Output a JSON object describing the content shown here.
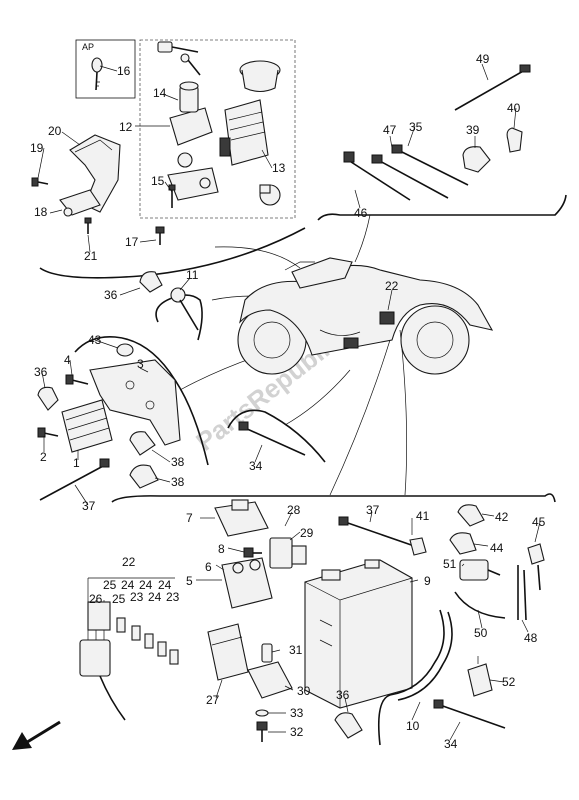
{
  "diagram": {
    "watermark": "PartsRepublik",
    "ap_label": "AP",
    "callouts": [
      {
        "id": "c16",
        "text": "16"
      },
      {
        "id": "c14",
        "text": "14"
      },
      {
        "id": "c12",
        "text": "12"
      },
      {
        "id": "c13",
        "text": "13"
      },
      {
        "id": "c15",
        "text": "15"
      },
      {
        "id": "c17",
        "text": "17"
      },
      {
        "id": "c19",
        "text": "19"
      },
      {
        "id": "c20",
        "text": "20"
      },
      {
        "id": "c18",
        "text": "18"
      },
      {
        "id": "c21",
        "text": "21"
      },
      {
        "id": "c49",
        "text": "49"
      },
      {
        "id": "c47",
        "text": "47"
      },
      {
        "id": "c35",
        "text": "35"
      },
      {
        "id": "c39",
        "text": "39"
      },
      {
        "id": "c40",
        "text": "40"
      },
      {
        "id": "c46",
        "text": "46"
      },
      {
        "id": "c11",
        "text": "11"
      },
      {
        "id": "c36a",
        "text": "36"
      },
      {
        "id": "c22a",
        "text": "22"
      },
      {
        "id": "c43",
        "text": "43"
      },
      {
        "id": "c4",
        "text": "4"
      },
      {
        "id": "c3",
        "text": "3"
      },
      {
        "id": "c36b",
        "text": "36"
      },
      {
        "id": "c2",
        "text": "2"
      },
      {
        "id": "c1",
        "text": "1"
      },
      {
        "id": "c38a",
        "text": "38"
      },
      {
        "id": "c38b",
        "text": "38"
      },
      {
        "id": "c34a",
        "text": "34"
      },
      {
        "id": "c37a",
        "text": "37"
      },
      {
        "id": "c7",
        "text": "7"
      },
      {
        "id": "c28",
        "text": "28"
      },
      {
        "id": "c29",
        "text": "29"
      },
      {
        "id": "c37b",
        "text": "37"
      },
      {
        "id": "c41",
        "text": "41"
      },
      {
        "id": "c42",
        "text": "42"
      },
      {
        "id": "c45",
        "text": "45"
      },
      {
        "id": "c8",
        "text": "8"
      },
      {
        "id": "c44",
        "text": "44"
      },
      {
        "id": "c6",
        "text": "6"
      },
      {
        "id": "c51",
        "text": "51"
      },
      {
        "id": "c9",
        "text": "9"
      },
      {
        "id": "c5",
        "text": "5"
      },
      {
        "id": "c22b",
        "text": "22"
      },
      {
        "id": "c25a",
        "text": "25"
      },
      {
        "id": "c24a",
        "text": "24"
      },
      {
        "id": "c24b",
        "text": "24"
      },
      {
        "id": "c24c",
        "text": "24"
      },
      {
        "id": "c26",
        "text": "26"
      },
      {
        "id": "c25b",
        "text": "25"
      },
      {
        "id": "c23a",
        "text": "23"
      },
      {
        "id": "c24d",
        "text": "24"
      },
      {
        "id": "c23b",
        "text": "23"
      },
      {
        "id": "c50",
        "text": "50"
      },
      {
        "id": "c48",
        "text": "48"
      },
      {
        "id": "c31",
        "text": "31"
      },
      {
        "id": "c52",
        "text": "52"
      },
      {
        "id": "c27",
        "text": "27"
      },
      {
        "id": "c30",
        "text": "30"
      },
      {
        "id": "c36c",
        "text": "36"
      },
      {
        "id": "c10",
        "text": "10"
      },
      {
        "id": "c33",
        "text": "33"
      },
      {
        "id": "c32",
        "text": "32"
      },
      {
        "id": "c34b",
        "text": "34"
      }
    ]
  }
}
